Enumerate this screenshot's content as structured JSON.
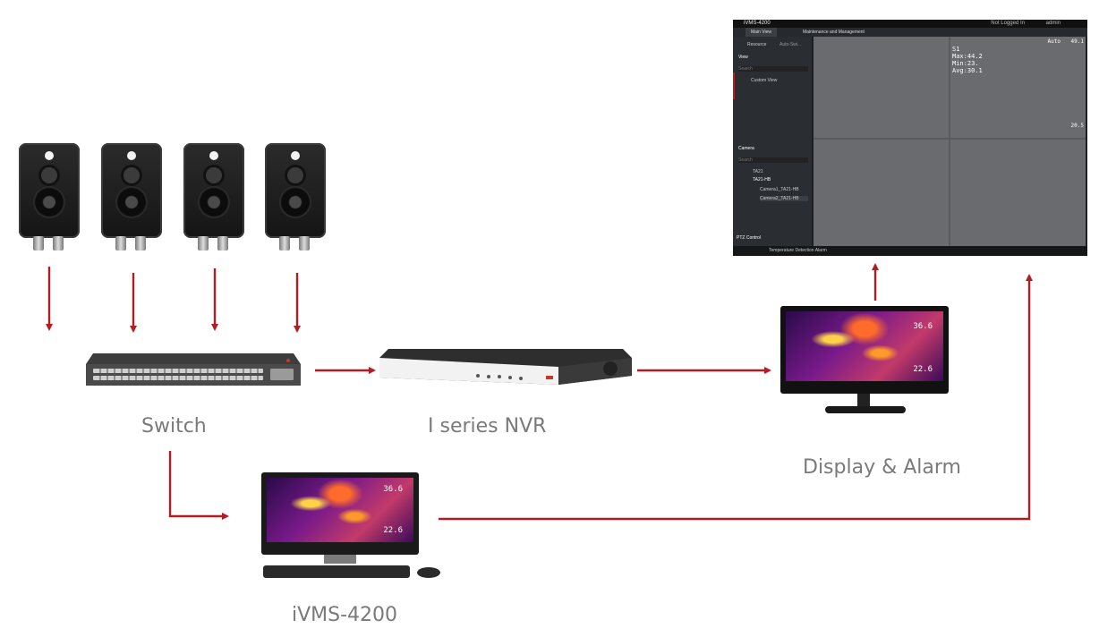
{
  "labels": {
    "switch": "Switch",
    "nvr": "I series NVR",
    "display": "Display & Alarm",
    "ivms": "iVMS-4200"
  },
  "window": {
    "title": "iVMS-4200",
    "tabs": [
      "Main View",
      "Maintenance and Management"
    ],
    "status_right": "Not Logged In",
    "user": "admin",
    "side_tabs": [
      "Resource",
      "Auto-Swi..."
    ],
    "view_header": "View",
    "search_placeholder": "Search",
    "custom_view": "Custom View",
    "camera_header": "Camera",
    "camera_items": [
      "TA21",
      "TA21-HB",
      "Camera1_TA21-HB",
      "Camera2_TA21-HB"
    ],
    "ptz": "PTZ Control",
    "alarm": "Temperature Detection Alarm",
    "overlay": {
      "mode": "Auto",
      "top": "49.1",
      "bottom": "20.5",
      "stats": [
        "S1",
        "Max:44.2",
        "Min:23.",
        "Avg:30.1"
      ]
    }
  },
  "monitors": {
    "display_top": "36.6",
    "display_bottom": "22.6",
    "ivms_top": "36.6",
    "ivms_bottom": "22.6"
  },
  "colors": {
    "arrow": "#b01e23",
    "label": "#7a7a7a"
  }
}
